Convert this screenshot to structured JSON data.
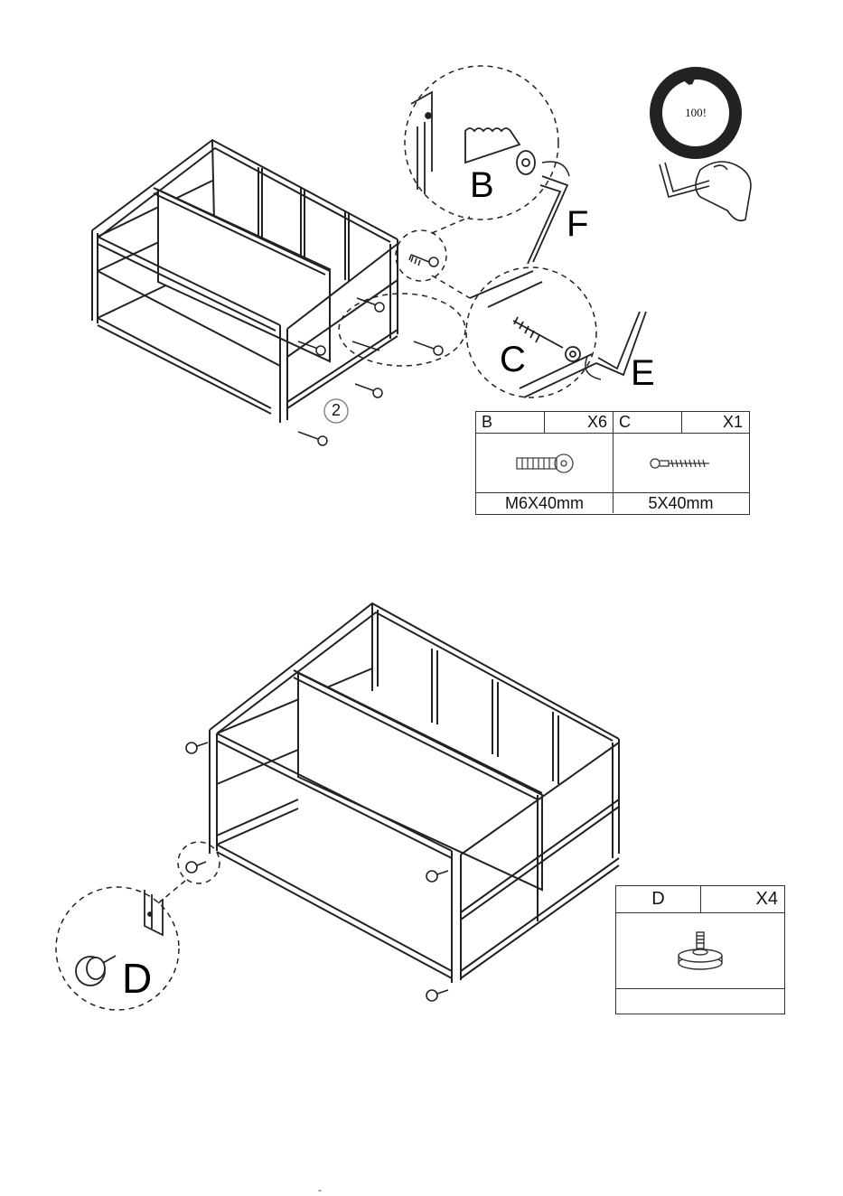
{
  "step1": {
    "labels": {
      "b": "B",
      "f": "F",
      "c": "C",
      "e": "E"
    },
    "step_number": "2",
    "tighten_badge": "100!",
    "table": {
      "col1": {
        "part": "B",
        "qty": "X6",
        "size": "M6X40mm",
        "icon": "bolt-b-icon"
      },
      "col2": {
        "part": "C",
        "qty": "X1",
        "size": "5X40mm",
        "icon": "screw-c-icon"
      }
    }
  },
  "step2": {
    "labels": {
      "d": "D"
    },
    "table": {
      "part": "D",
      "qty": "X4",
      "icon": "adjustable-foot-icon"
    }
  },
  "footer_mark": "-"
}
